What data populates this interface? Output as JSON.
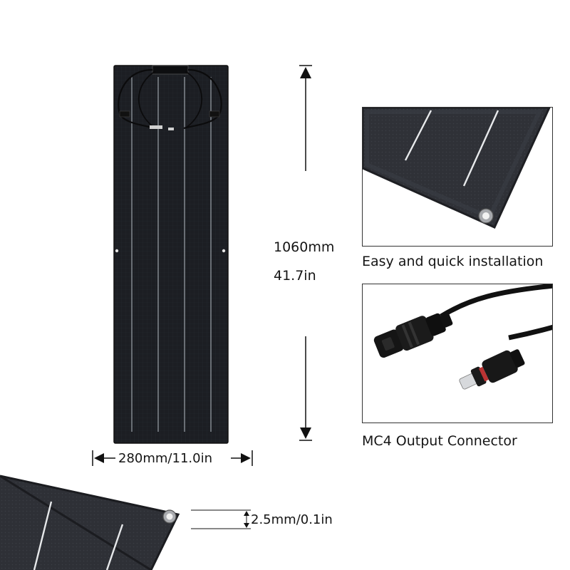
{
  "dimensions": {
    "height_label": "1060mm",
    "height_label_in": "41.7in",
    "width_label": "280mm/11.0in",
    "thickness_label": "2.5mm/0.1in"
  },
  "features": [
    {
      "caption": "Easy and quick installation",
      "icon": "panel-corner-grommet"
    },
    {
      "caption": "MC4 Output Connector",
      "icon": "mc4-connector-pair"
    }
  ],
  "colors": {
    "panel": "#1b1d22",
    "busbar": "#d9dde2",
    "arrow": "#111111"
  }
}
